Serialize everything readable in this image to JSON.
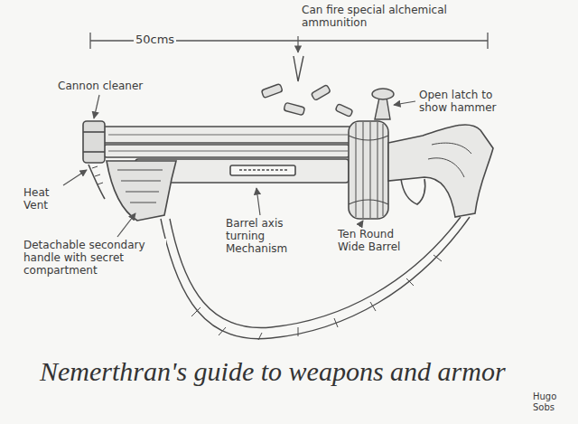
{
  "diagram": {
    "title": "Nemerthran's guide to weapons and armor",
    "labels": [
      "50cms",
      "Can fire special alchemical ammunition",
      "Cannon cleaner",
      "Open latch to show hammer",
      "Heat Vent",
      "Detachable secondary handle with secret compartment",
      "Barrel axis turning Mechanism",
      "Ten Round Wide Barrel",
      "Hugo Sobs"
    ]
  }
}
